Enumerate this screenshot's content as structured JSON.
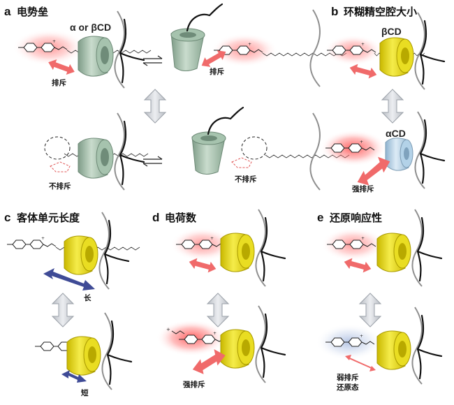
{
  "panels": {
    "a": {
      "letter": "a",
      "title": "电势垒",
      "cd_label": "α or βCD",
      "repulsion": "排斥",
      "no_repulsion": "不排斥"
    },
    "b": {
      "letter": "b",
      "title": "环糊精空腔大小",
      "top_cd": "βCD",
      "bottom_cd": "αCD",
      "strong_repulsion": "强排斥"
    },
    "c": {
      "letter": "c",
      "title": "客体单元长度",
      "long": "长",
      "short": "短"
    },
    "d": {
      "letter": "d",
      "title": "电荷数",
      "strong_repulsion": "强排斥"
    },
    "e": {
      "letter": "e",
      "title": "还原响应性",
      "weak_repulsion": "弱排斥",
      "reduced_state": "还原态"
    }
  },
  "colors": {
    "repulsion_arrow": "#f06a6a",
    "green_cd": "#a6c3ae",
    "yellow_cd": "#e9dd22",
    "blue_cd": "#b3d2e8",
    "length_arrow": "#3f4b96",
    "switch_arrow": "#d4d7dc",
    "red_glow": "#ff6f6f",
    "blue_glow": "#9fb4dc"
  }
}
